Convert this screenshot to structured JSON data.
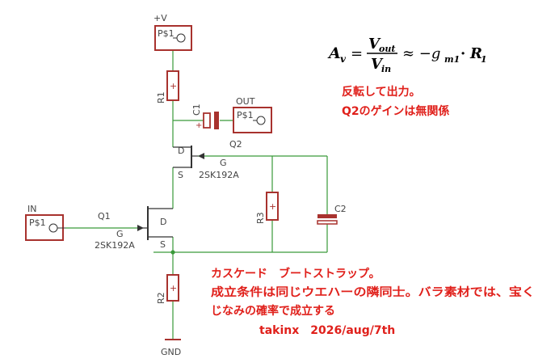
{
  "supply_label": "+V",
  "ground_label": "GND",
  "input_label": "IN",
  "output_label": "OUT",
  "pad_label": "P$1",
  "components": {
    "r1": "R1",
    "r2": "R2",
    "r3": "R3",
    "c1": "C1",
    "c2": "C2",
    "q1": "Q1",
    "q2": "Q2",
    "q1_part": "2SK192A",
    "q2_part": "2SK192A"
  },
  "pins": {
    "drain": "D",
    "gate": "G",
    "source": "S",
    "plus": "+"
  },
  "formula": {
    "lhs": "A",
    "lhs_sub": "v",
    "num": "V",
    "num_sub": "out",
    "den": "V",
    "den_sub": "in",
    "approx": "≈ −g",
    "gm_sub": "m1",
    "dot": "·",
    "r": "R",
    "r_sub": "1"
  },
  "notes": {
    "line1": "反転して出力。",
    "line2": "Q2のゲインは無関係"
  },
  "description": {
    "line1": "カスケード　ブートストラップ。",
    "line2": "成立条件は同じウエハーの隣同士。バラ素材では、宝く",
    "line3": "じなみの確率で成立する",
    "signature": "takinx　2026/aug/7th"
  },
  "colors": {
    "wire": "#3a9a3a",
    "part": "#a8322e",
    "text": "#e0201b"
  }
}
